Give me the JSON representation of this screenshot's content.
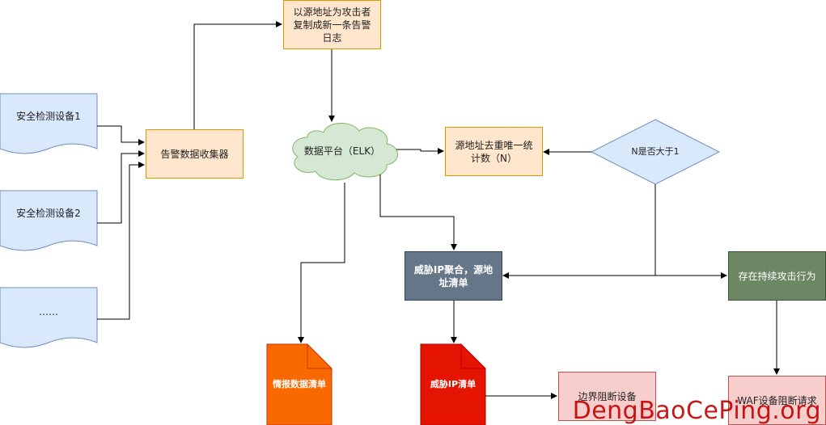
{
  "nodes": {
    "device1": "安全检测设备1",
    "device2": "安全检测设备2",
    "device3": "……",
    "collector": "告警数据收集器",
    "copy": "以源地址为攻击者复制成新一条告警日志",
    "elk": "数据平台（ELK）",
    "dedup": "源地址去重唯一统计数（N）",
    "decision": "N是否大于1",
    "aggregate": "威胁IP聚合，源地址清单",
    "persistent": "存在持续攻击行为",
    "intel": "情报数据清单",
    "threat_ip": "威胁IP清单",
    "border": "边界阻断设备",
    "waf": "WAF设备阻断请求"
  },
  "colors": {
    "blue_fill": "#dae8fc",
    "orange_fill": "#ffe6cc",
    "green_cloud": "#d5e8d4",
    "slate": "#647687",
    "green_dark": "#6d8764",
    "pink": "#f8cecc",
    "doc_orange": "#fa6800",
    "doc_red": "#e51400"
  },
  "watermark": "DengBaoCePing.org"
}
